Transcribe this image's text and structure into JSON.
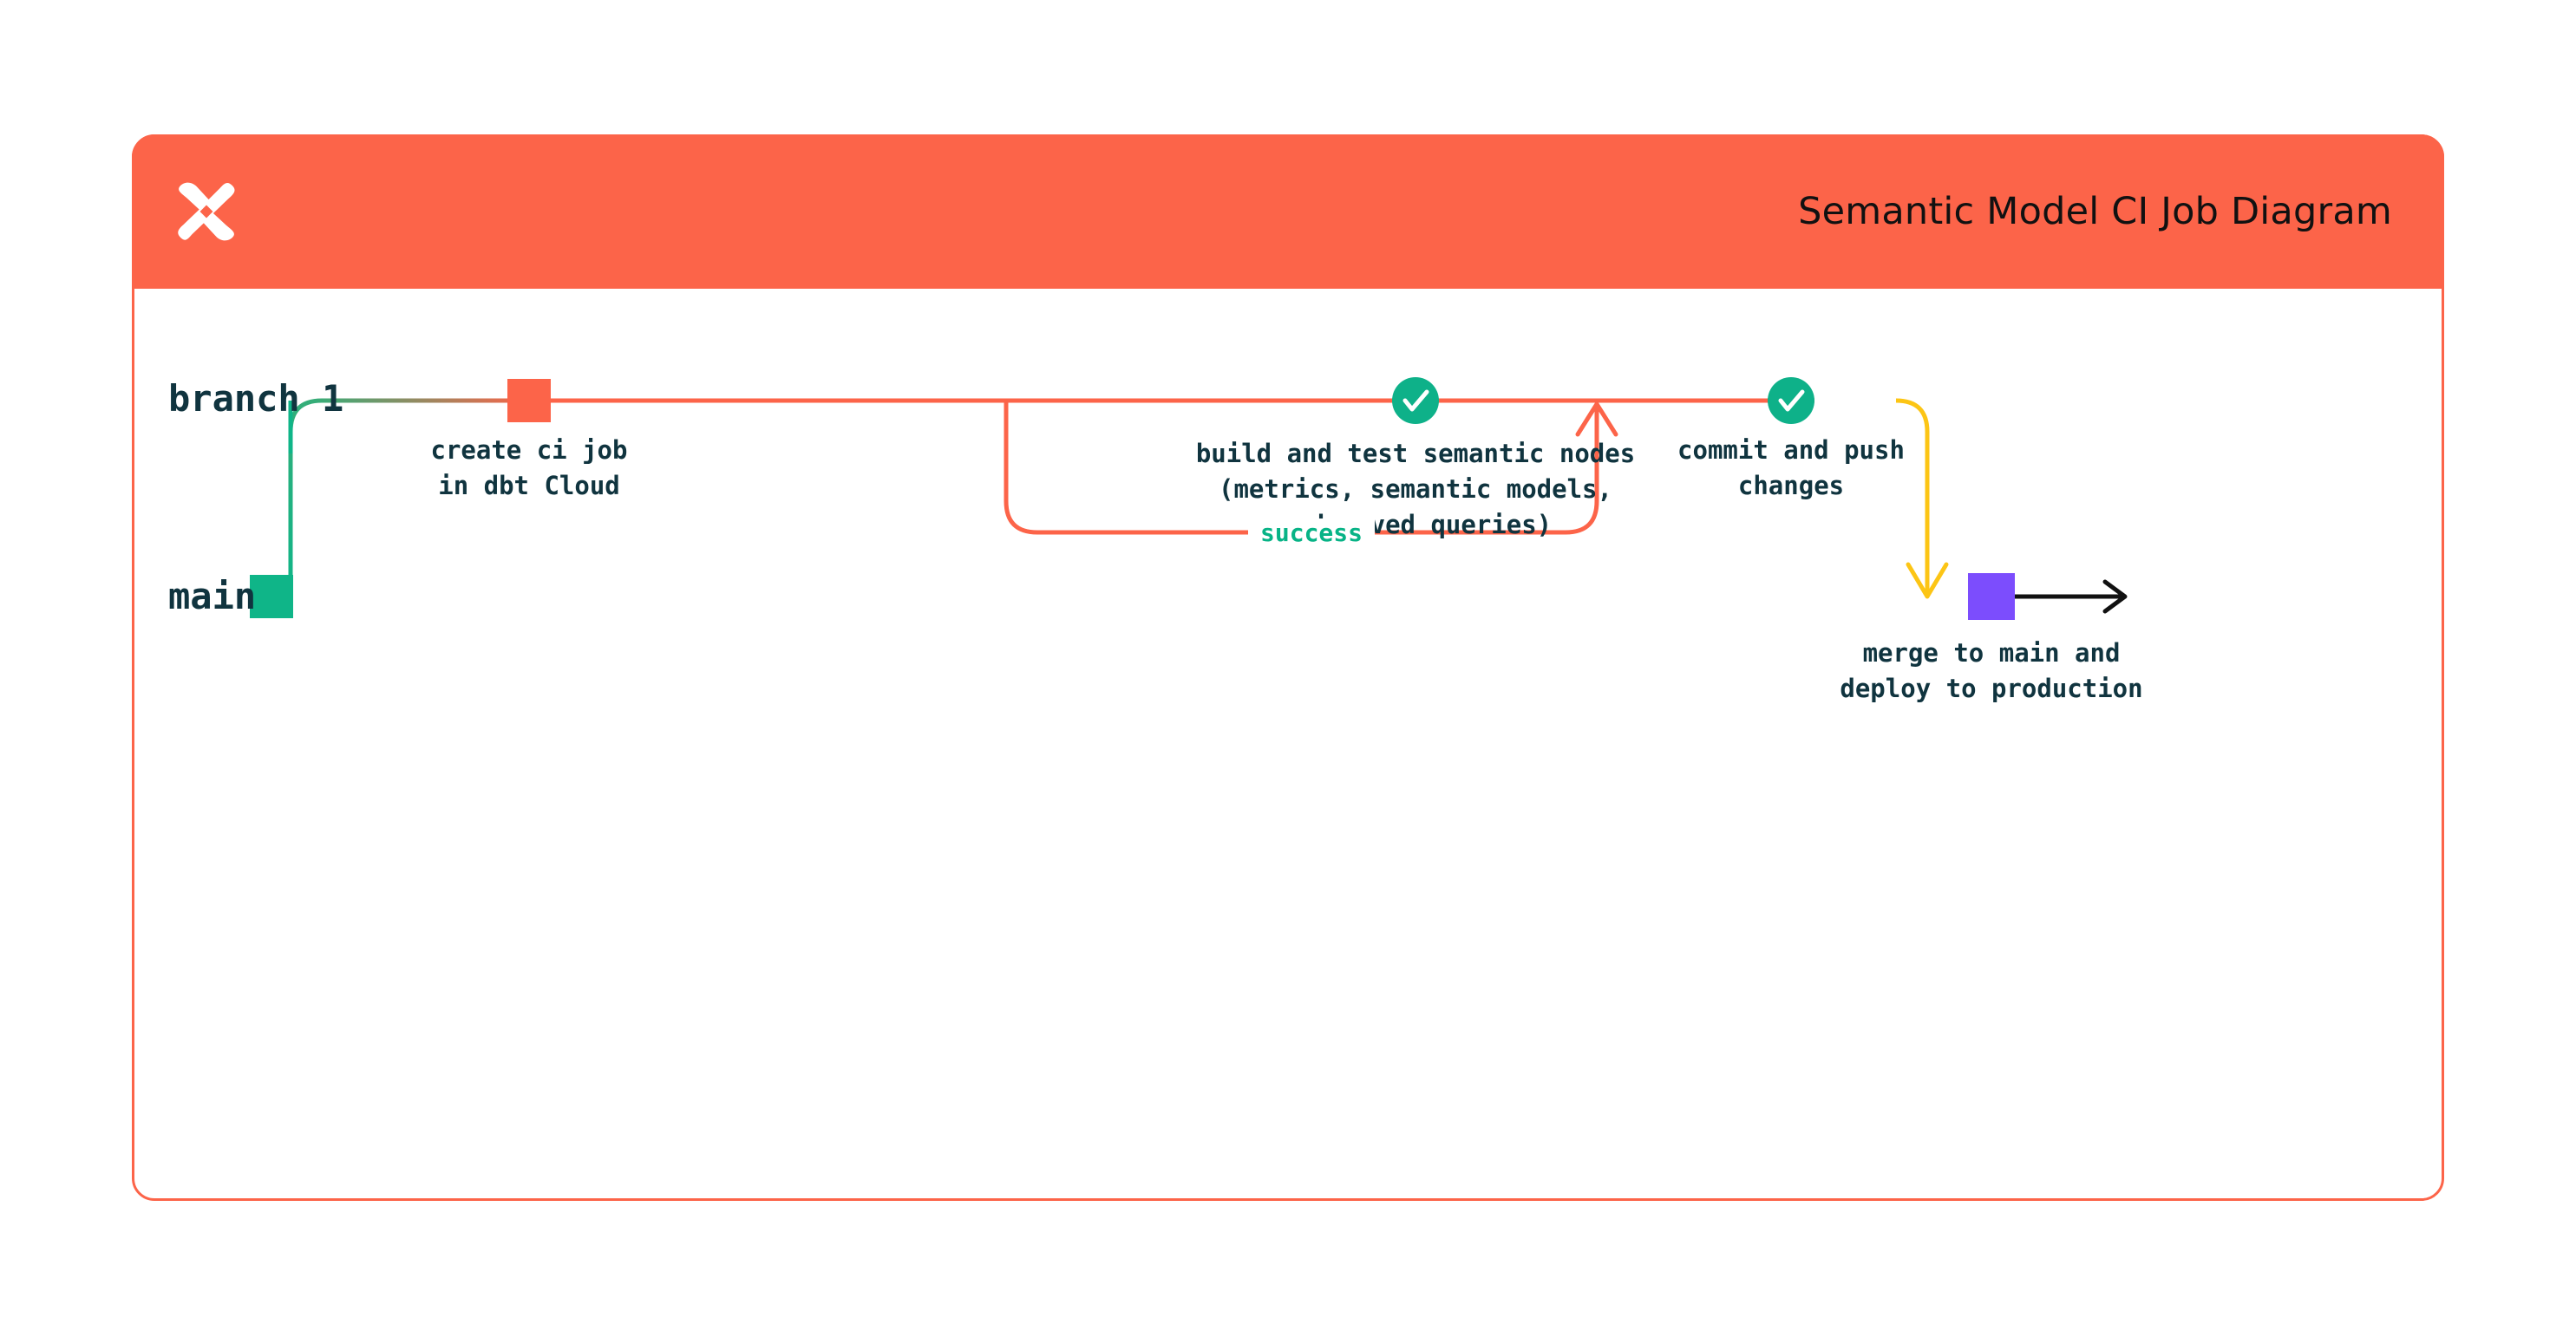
{
  "header": {
    "title": "Semantic Model CI Job Diagram",
    "logo_icon": "dbt-logo-icon",
    "background_color": "#fc6449",
    "title_color": "#111111"
  },
  "card": {
    "border_color": "#fc6449",
    "background_color": "#ffffff"
  },
  "diagram": {
    "type": "git-branch-flow",
    "lanes": [
      {
        "id": "branch1",
        "label": "branch 1",
        "color": "#fc6449"
      },
      {
        "id": "main",
        "label": "main",
        "color": "#0fb588"
      }
    ],
    "nodes": [
      {
        "id": "create-ci-job",
        "lane": "branch1",
        "shape": "square",
        "color": "#fc6449",
        "label": "create ci job\nin dbt Cloud"
      },
      {
        "id": "build-and-test",
        "lane": "branch1",
        "shape": "check-circle",
        "color": "#0eb189",
        "icon": "check-icon",
        "label": "build and test semantic nodes\n(metrics, semantic models,\nand saved queries)"
      },
      {
        "id": "commit-and-push",
        "lane": "branch1",
        "shape": "check-circle",
        "color": "#0eb189",
        "icon": "check-icon",
        "label": "commit and push\nchanges"
      },
      {
        "id": "merge-to-main",
        "lane": "main",
        "shape": "square",
        "color": "#7c4dfd",
        "label": "merge to main and\ndeploy to production"
      }
    ],
    "edges": [
      {
        "id": "success-loop",
        "from": "build-and-test",
        "to": "build-and-test",
        "label": "success",
        "label_color": "#07b386",
        "line_color": "#fc6449",
        "arrow": true
      },
      {
        "id": "branch-off",
        "from": "main",
        "to": "branch1",
        "line_color_start": "#0fb588",
        "line_color_end": "#fc6449"
      },
      {
        "id": "merge-down",
        "from": "commit-and-push",
        "to": "merge-to-main",
        "line_color": "#fcc515",
        "arrow": true
      },
      {
        "id": "main-continues",
        "from": "merge-to-main",
        "to": "future",
        "line_color": "#111111",
        "arrow": true
      }
    ],
    "colors": {
      "orange": "#fc6449",
      "green": "#0fb588",
      "check_green": "#0eb189",
      "yellow": "#fcc515",
      "purple": "#7c4dfd",
      "black": "#111111",
      "text_dark": "#10343f"
    }
  }
}
